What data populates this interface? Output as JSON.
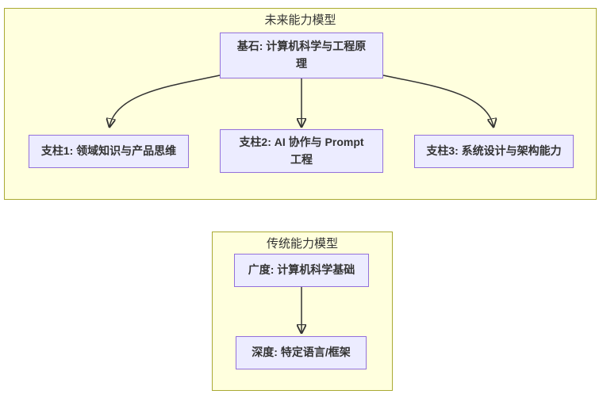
{
  "diagram": {
    "type": "flowchart",
    "colors": {
      "node_fill": "#ECECFF",
      "node_border": "#9370DB",
      "cluster_fill": "#FFFFDE",
      "cluster_border": "#AAAA33",
      "edge": "#333333",
      "text": "#333333",
      "background": "#FFFFFF"
    },
    "clusters": [
      {
        "id": "future",
        "title": "未来能力模型"
      },
      {
        "id": "traditional",
        "title": "传统能力模型"
      }
    ],
    "nodes": [
      {
        "id": "foundation",
        "cluster": "future",
        "label": "基石: 计算机科学与工程原理"
      },
      {
        "id": "pillar1",
        "cluster": "future",
        "label": "支柱1: 领域知识与产品思维"
      },
      {
        "id": "pillar2",
        "cluster": "future",
        "label": "支柱2: AI 协作与 Prompt 工程"
      },
      {
        "id": "pillar3",
        "cluster": "future",
        "label": "支柱3: 系统设计与架构能力"
      },
      {
        "id": "breadth",
        "cluster": "traditional",
        "label": "广度: 计算机科学基础"
      },
      {
        "id": "depth",
        "cluster": "traditional",
        "label": "深度: 特定语言/框架"
      }
    ],
    "edges": [
      {
        "from": "foundation",
        "to": "pillar1",
        "style": "curved-left-arrow"
      },
      {
        "from": "foundation",
        "to": "pillar2",
        "style": "straight-down-arrow"
      },
      {
        "from": "foundation",
        "to": "pillar3",
        "style": "curved-right-arrow"
      },
      {
        "from": "breadth",
        "to": "depth",
        "style": "straight-down-arrow"
      }
    ]
  }
}
